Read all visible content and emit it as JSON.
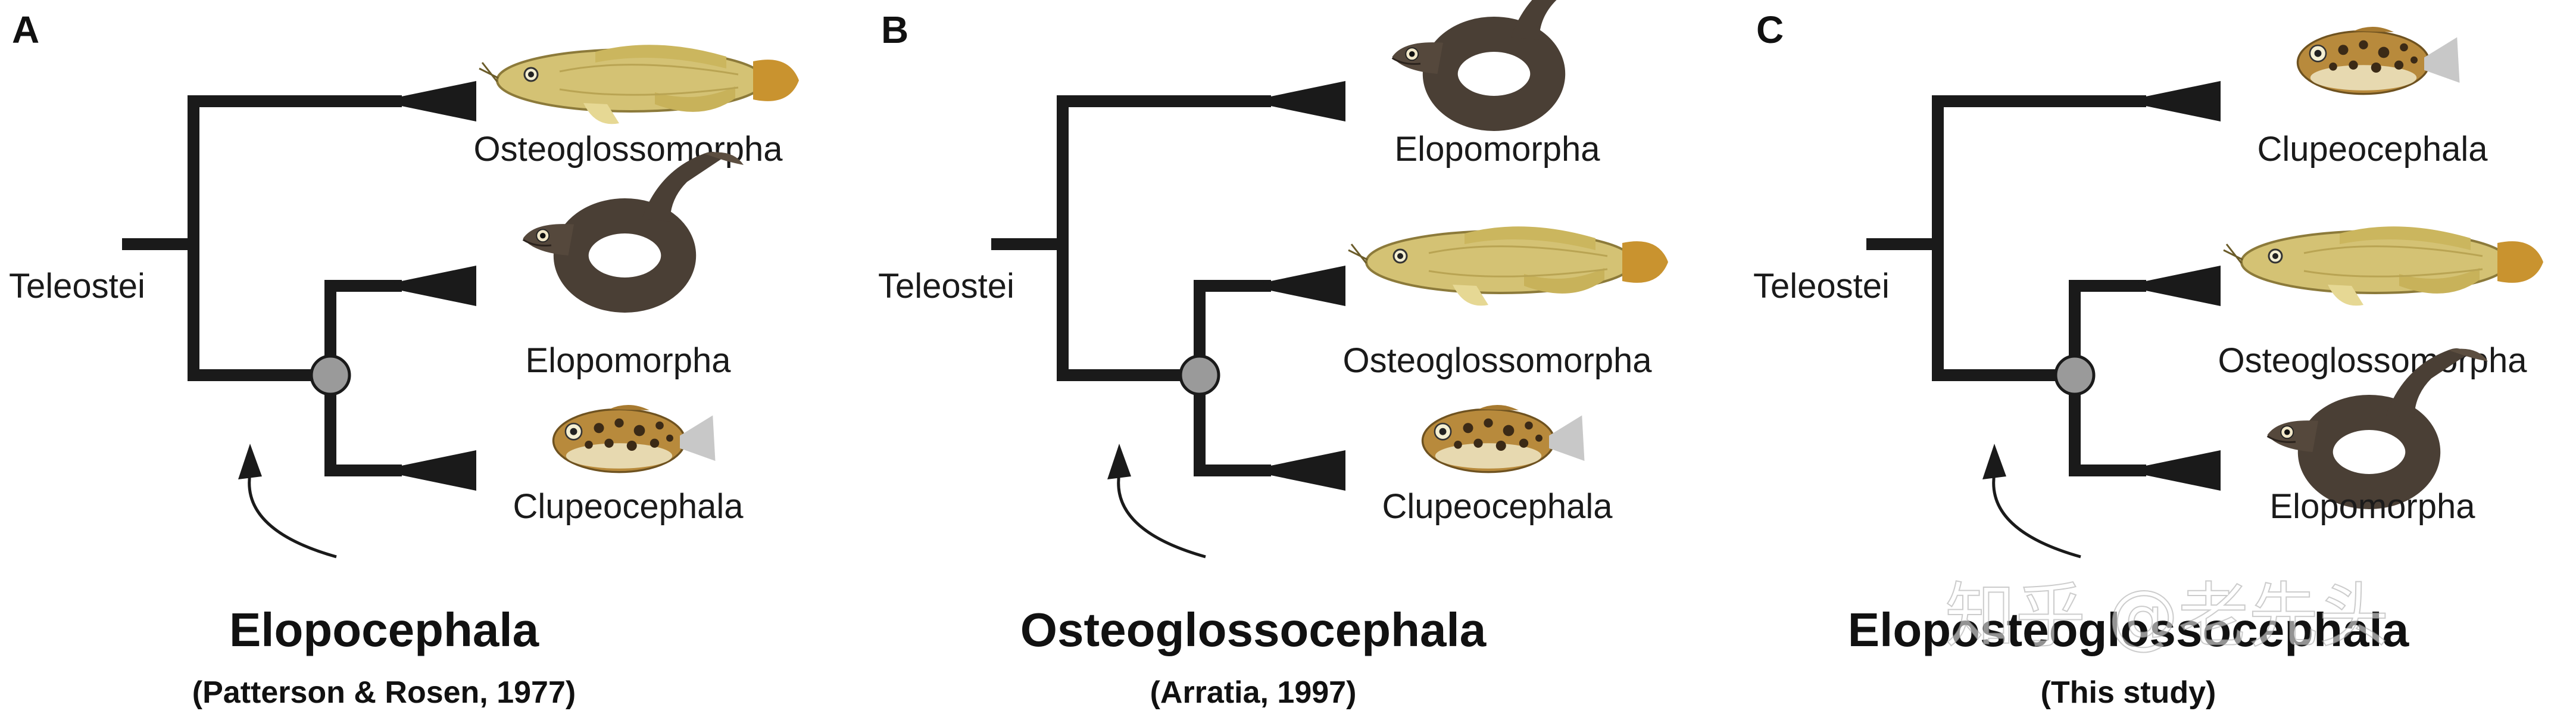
{
  "panels": [
    {
      "letter": "A",
      "root_label": "Teleostei",
      "top_label": "Osteoglossomorpha",
      "mid_label": "Elopomorpha",
      "bottom_label": "Clupeocephala",
      "top_fish": "arowana-icon",
      "mid_fish": "eel-icon",
      "bottom_fish": "pufferfish-icon",
      "title": "Elopocephala",
      "citation": "(Patterson & Rosen, 1977)"
    },
    {
      "letter": "B",
      "root_label": "Teleostei",
      "top_label": "Elopomorpha",
      "mid_label": "Osteoglossomorpha",
      "bottom_label": "Clupeocephala",
      "top_fish": "eel-icon",
      "mid_fish": "arowana-icon",
      "bottom_fish": "pufferfish-icon",
      "title": "Osteoglossocephala",
      "citation": "(Arratia, 1997)"
    },
    {
      "letter": "C",
      "root_label": "Teleostei",
      "top_label": "Clupeocephala",
      "mid_label": "Osteoglossomorpha",
      "bottom_label": "Elopomorpha",
      "top_fish": "pufferfish-icon",
      "mid_fish": "arowana-icon",
      "bottom_fish": "eel-icon",
      "title": "Eloposteoglossocephala",
      "citation": "(This study)"
    }
  ],
  "watermark": "知乎 @老先头",
  "colors": {
    "branch": "#1a1a1a",
    "node_fill": "#9a9a9a",
    "arowana": "#d4c274",
    "eel": "#4a3f35",
    "pufferfish": "#b88a3c"
  }
}
